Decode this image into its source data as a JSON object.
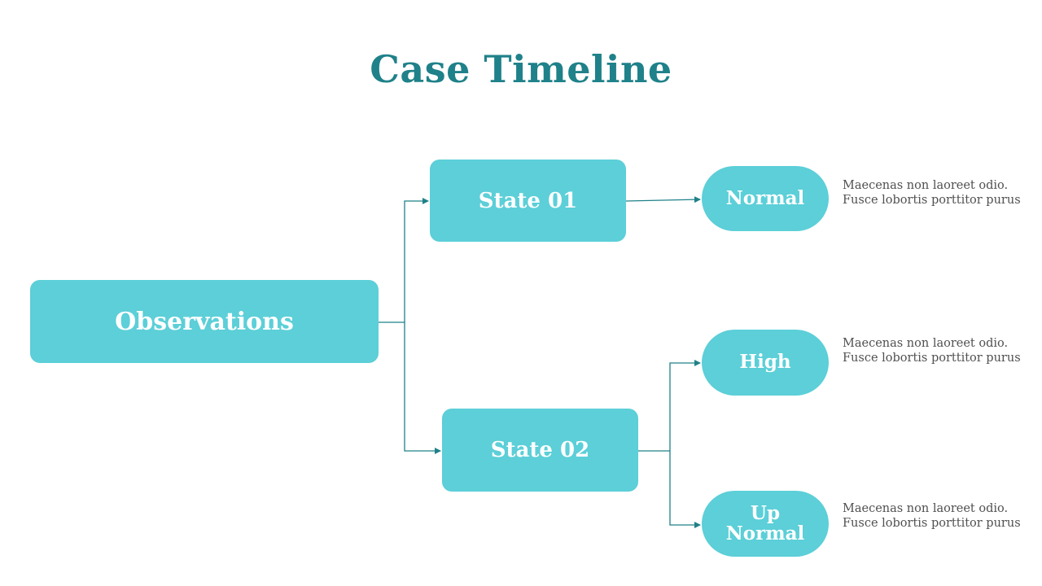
{
  "title": "Case Timeline",
  "nodes": {
    "root": "Observations",
    "state1": "State 01",
    "state2": "State 02",
    "outcome1": "Normal",
    "outcome2": "High",
    "outcome3": "Up\nNormal"
  },
  "descriptions": [
    "Maecenas non laoreet odio. Fusce lobortis porttitor purus",
    "Maecenas non laoreet odio. Fusce lobortis porttitor purus",
    "Maecenas non laoreet odio. Fusce lobortis porttitor purus"
  ],
  "colors": {
    "title": "#1f8189",
    "box_fill": "#5ccfd8",
    "box_text": "#ffffff",
    "connector": "#1f8189",
    "description_text": "#505050"
  }
}
